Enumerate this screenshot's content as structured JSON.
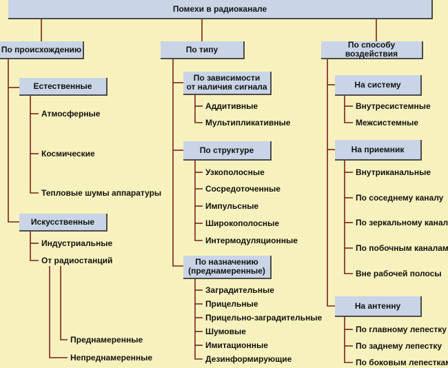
{
  "title": "Помехи в радиоканале",
  "branches": {
    "origin": {
      "label": "По  происхождению",
      "natural": {
        "label": "Естественные",
        "items": [
          "Атмосферные",
          "Космические",
          "Тепловые шумы аппаратуры"
        ]
      },
      "artificial": {
        "label": "Искусственные",
        "items": [
          "Индустриальные",
          "От радиостанций"
        ],
        "radio_items": [
          "Преднамеренные",
          "Непреднамеренные"
        ]
      }
    },
    "type": {
      "label": "По типу",
      "signal": {
        "label": "По зависимости\nот наличия сигнала",
        "items": [
          "Аддитивные",
          "Мультипликативные"
        ]
      },
      "structure": {
        "label": "По структуре",
        "items": [
          "Узкополосные",
          "Сосредоточенные",
          "Импульсные",
          "Широкополосные",
          "Интермодуляционные"
        ]
      },
      "purpose": {
        "label": "По назначению\n(преднамеренные)",
        "items": [
          "Заградительные",
          "Прицельные",
          "Прицельно-заградительные",
          "Шумовые",
          "Имитационные",
          "Дезинформирующие"
        ]
      }
    },
    "effect": {
      "label": "По способу воздействия",
      "system": {
        "label": "На систему",
        "items": [
          "Внутресистемные",
          "Межсистемные"
        ]
      },
      "receiver": {
        "label": "На приемник",
        "items": [
          "Внутриканальные",
          "По соседнему каналу",
          "По зеркальному каналу",
          "По побочным каналам",
          "Вне рабочей полосы"
        ]
      },
      "antenna": {
        "label": "На антенну",
        "items": [
          "По главному лепестку",
          "По заднему лепестку",
          "По боковым лепесткам"
        ]
      }
    }
  }
}
